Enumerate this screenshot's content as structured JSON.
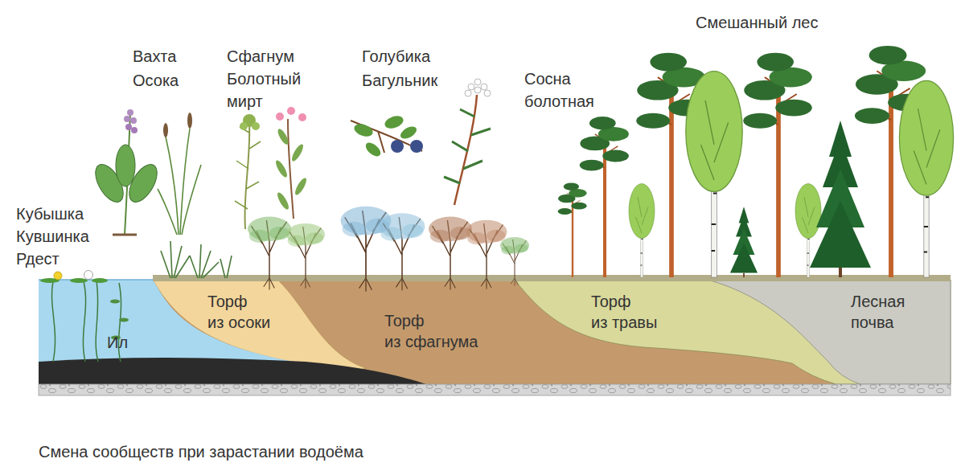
{
  "diagram": {
    "caption": "Смена сообществ при зарастании водоёма",
    "nodes": [
      {
        "text": [
          "Торф из осоки"
        ]
      },
      {
        "text": [
          "Торф из сфагнума"
        ]
      },
      {
        "text": [
          "Торф из травы"
        ]
      },
      {
        "text": [
          "Лесная почва"
        ]
      }
    ],
    "labels": [
      "Смешанный лес",
      "Вахта",
      "Осока",
      "Сфагнум",
      "Болотный мирт",
      "Голубика",
      "Багульник",
      "Сосна болотная",
      "Кубышка",
      "Кувшинка",
      "Рдест",
      "Ил"
    ]
  }
}
